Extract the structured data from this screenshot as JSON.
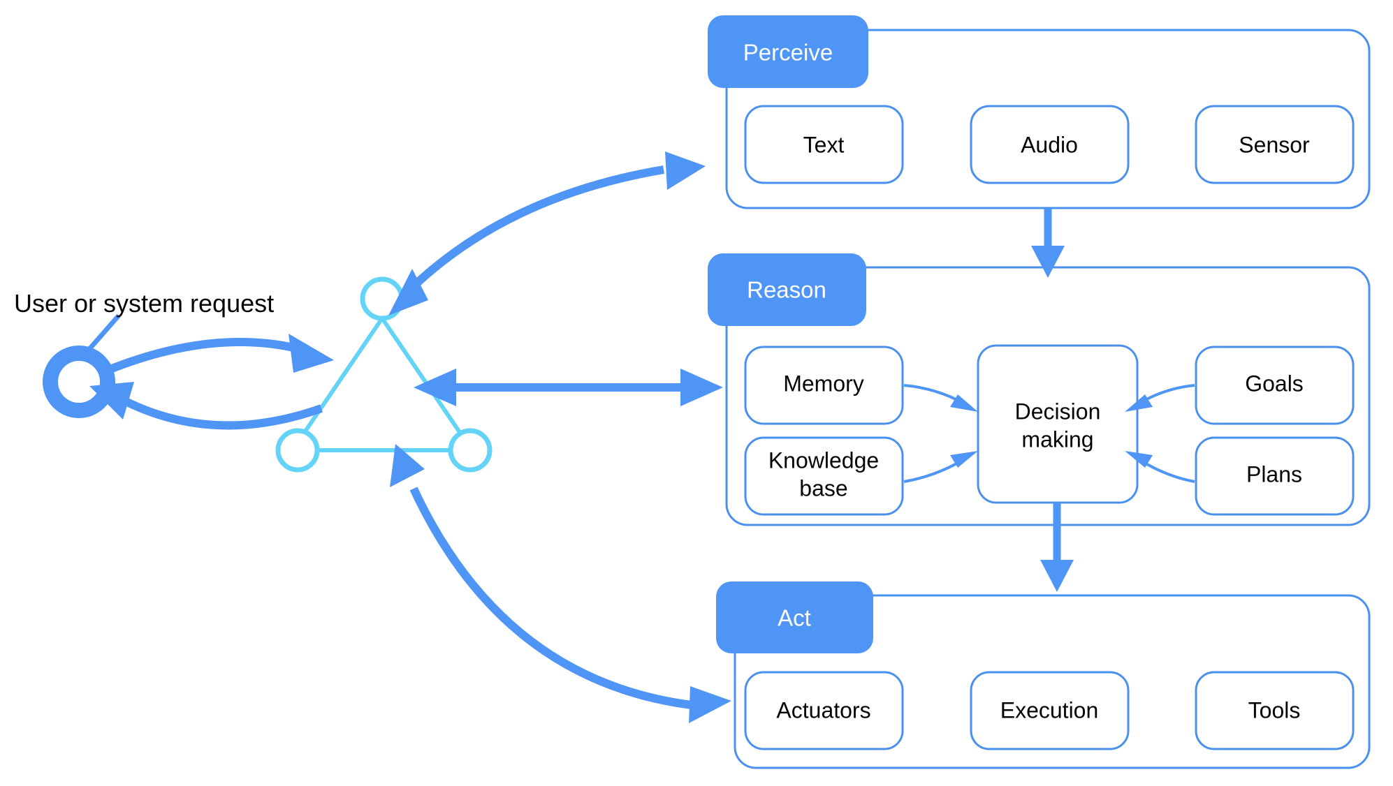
{
  "diagram": {
    "title": "Agent perceive-reason-act loop",
    "colors": {
      "primary_blue": "#4f95f5",
      "outline_blue": "#4a90ee",
      "triangle_cyan": "#63d3f7",
      "text_black": "#050505",
      "background": "#ffffff",
      "tab_text": "#ffffff"
    },
    "request": {
      "label": "User or system request",
      "node_icon": "ring-icon"
    },
    "agent_core": {
      "icon": "triangle-network-icon",
      "node_count": 3
    },
    "panels": [
      {
        "id": "perceive",
        "tab_label": "Perceive",
        "items": [
          {
            "label": "Text"
          },
          {
            "label": "Audio"
          },
          {
            "label": "Sensor"
          }
        ]
      },
      {
        "id": "reason",
        "tab_label": "Reason",
        "items": [
          {
            "label": "Memory"
          },
          {
            "label": "Knowledge\nbase",
            "line1": "Knowledge",
            "line2": "base"
          },
          {
            "label": "Decision\nmaking",
            "line1": "Decision",
            "line2": "making"
          },
          {
            "label": "Goals"
          },
          {
            "label": "Plans"
          }
        ]
      },
      {
        "id": "act",
        "tab_label": "Act",
        "items": [
          {
            "label": "Actuators"
          },
          {
            "label": "Execution"
          },
          {
            "label": "Tools"
          }
        ]
      }
    ],
    "flows": [
      {
        "from": "request",
        "to": "agent_core",
        "direction": "forward"
      },
      {
        "from": "agent_core",
        "to": "request",
        "direction": "return"
      },
      {
        "from": "agent_core",
        "to": "perceive",
        "direction": "bidirectional"
      },
      {
        "from": "agent_core",
        "to": "reason",
        "direction": "bidirectional"
      },
      {
        "from": "act",
        "to": "agent_core",
        "direction": "return"
      },
      {
        "from": "perceive",
        "to": "reason",
        "direction": "forward"
      },
      {
        "from": "reason",
        "to": "act",
        "direction": "forward"
      },
      {
        "from": "memory",
        "to": "decision_making",
        "direction": "forward"
      },
      {
        "from": "knowledge_base",
        "to": "decision_making",
        "direction": "forward"
      },
      {
        "from": "goals",
        "to": "decision_making",
        "direction": "forward"
      },
      {
        "from": "plans",
        "to": "decision_making",
        "direction": "forward"
      }
    ]
  },
  "labels": {
    "perceive_tab": "Perceive",
    "reason_tab": "Reason",
    "act_tab": "Act",
    "text": "Text",
    "audio": "Audio",
    "sensor": "Sensor",
    "memory": "Memory",
    "knowledge_base_l1": "Knowledge",
    "knowledge_base_l2": "base",
    "decision_l1": "Decision",
    "decision_l2": "making",
    "goals": "Goals",
    "plans": "Plans",
    "actuators": "Actuators",
    "execution": "Execution",
    "tools": "Tools",
    "user_request": "User or system request"
  }
}
